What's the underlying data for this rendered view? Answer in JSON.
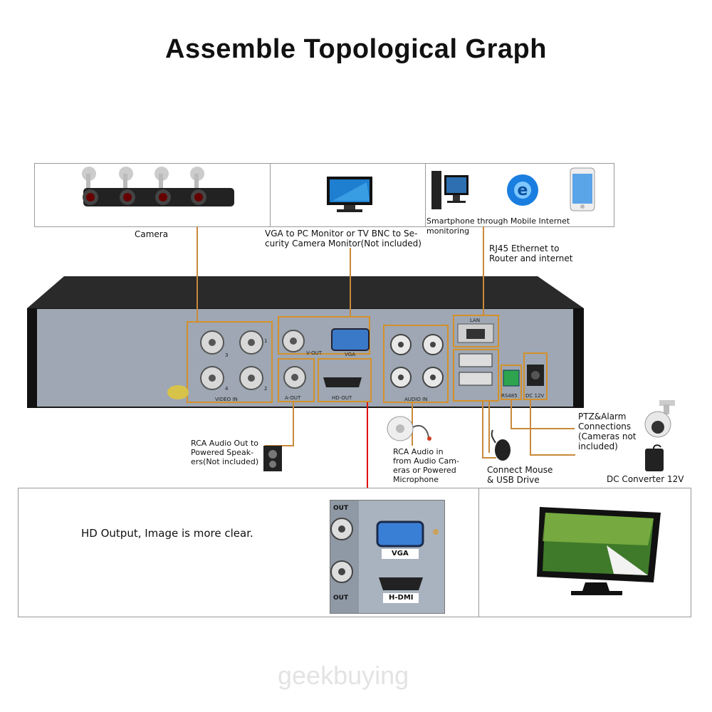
{
  "title": "Assemble Topological Graph",
  "top_panel": {
    "camera_label": "Camera",
    "vga_label": "VGA to PC Monitor or TV BNC to Se-\ncurity Camera Monitor(Not included)",
    "smartphone_label": "Smartphone through Mobile Internet monitoring"
  },
  "callouts": {
    "rj45": "RJ45 Ethernet to\nRouter and internet",
    "rca_out": "RCA Audio Out to\nPowered Speak-\ners(Not included)",
    "rca_in": "RCA Audio in\nfrom Audio Cam-\neras or Powered\nMicrophone",
    "mouse": "Connect Mouse\n& USB Drive",
    "ptz": "PTZ&Alarm\nConnections\n(Cameras not\nincluded)",
    "dc": "DC Converter 12V"
  },
  "dvr": {
    "video_in": "VIDEO IN",
    "audio_in": "AUDIO IN",
    "a_out": "A-OUT",
    "hd_out": "HD-OUT",
    "v_out": "V-OUT",
    "vga": "VGA",
    "lan": "LAN",
    "rs485": "RS485",
    "dc12v": "DC 12V",
    "ch3": "3",
    "ch1": "1",
    "ch4": "4",
    "ch2": "2"
  },
  "bottom_panel": {
    "hd_text": "HD Output, Image is more clear.",
    "zoom_out_top": "OUT",
    "zoom_out_bottom": "OUT",
    "zoom_vga": "VGA",
    "zoom_hdmi": "H-DMI"
  },
  "watermark": "geekbuying",
  "colors": {
    "connector": "#c9893a",
    "arrow": "#e01010",
    "dvr_body": "#9ea7b3",
    "dvr_frame": "#222222"
  }
}
